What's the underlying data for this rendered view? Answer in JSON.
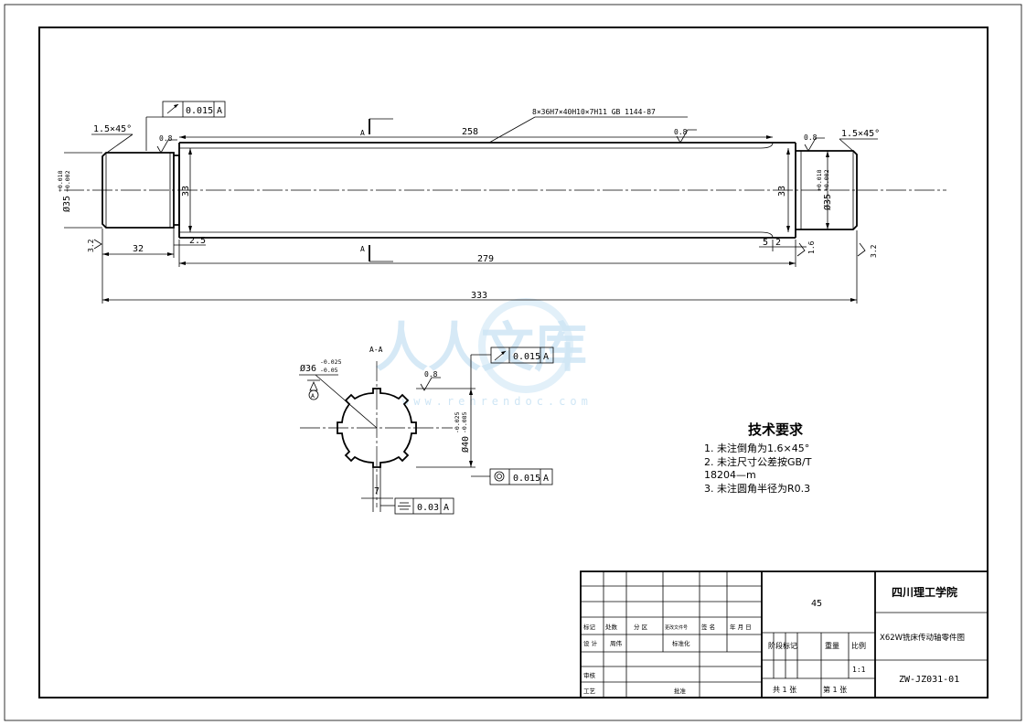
{
  "main_view": {
    "spline_spec": "8×36H7×40H10×7H11 GB 1144-87",
    "len_258": "258",
    "len_279": "279",
    "len_333": "333",
    "len_32": "32",
    "len_2_5": "2.5",
    "len_5": "5",
    "len_2": "2",
    "dia_33_left": "33",
    "dia_33_right": "33",
    "dia_35_left": "Ø35",
    "dia_35_tol_up": "+0.018",
    "dia_35_tol_low": "+0.002",
    "chamfer_left": "1.5×45°",
    "chamfer_right": "1.5×45°",
    "rough_08_a": "0.8",
    "rough_08_b": "0.8",
    "rough_08_c": "0.8",
    "rough_32_left": "3.2",
    "rough_32_right": "3.2",
    "rough_16": "1.6",
    "section_mark_top": "A",
    "section_mark_bottom": "A",
    "runout_value": "0.015",
    "datum": "A"
  },
  "section_view": {
    "title": "A-A",
    "dia_36": "Ø36",
    "dia_36_tol_up": "-0.025",
    "dia_36_tol_low": "-0.05",
    "dia_40": "Ø40",
    "dia_40_tol_up": "-0.025",
    "dia_40_tol_low": "-0.085",
    "key_width": "7",
    "rough_08": "0.8",
    "datum_mark": "A",
    "runout_value": "0.015",
    "concentricity_value": "0.015",
    "symmetry_value": "0.03",
    "datum": "A"
  },
  "technical_requirements": {
    "title": "技术要求",
    "items": [
      "1. 未注倒角为1.6×45°",
      "2. 未注尺寸公差按GB/T",
      "18204—m",
      "3. 未注圆角半径为R0.3"
    ]
  },
  "watermark": {
    "text": "人人文库",
    "url": "www.renrendoc.com"
  },
  "title_block": {
    "material": "45",
    "institution": "四川理工学院",
    "drawing_name": "X62W铣床传动轴零件图",
    "drawing_number": "ZW-JZ031-01",
    "scale": "1:1",
    "sheet_total": "共 1 张",
    "sheet_no": "第 1 张",
    "stage_mark_label": "阶段标记",
    "weight_label": "重量",
    "scale_label": "比例",
    "rev_headers": [
      "标记",
      "处数",
      "分 区",
      "更改文件号",
      "签 名",
      "年 月 日"
    ],
    "design_label": "设 计",
    "designer": "周伟",
    "standardize_label": "标准化",
    "check_label": "审核",
    "process_label": "工艺",
    "approve_label": "批准"
  }
}
